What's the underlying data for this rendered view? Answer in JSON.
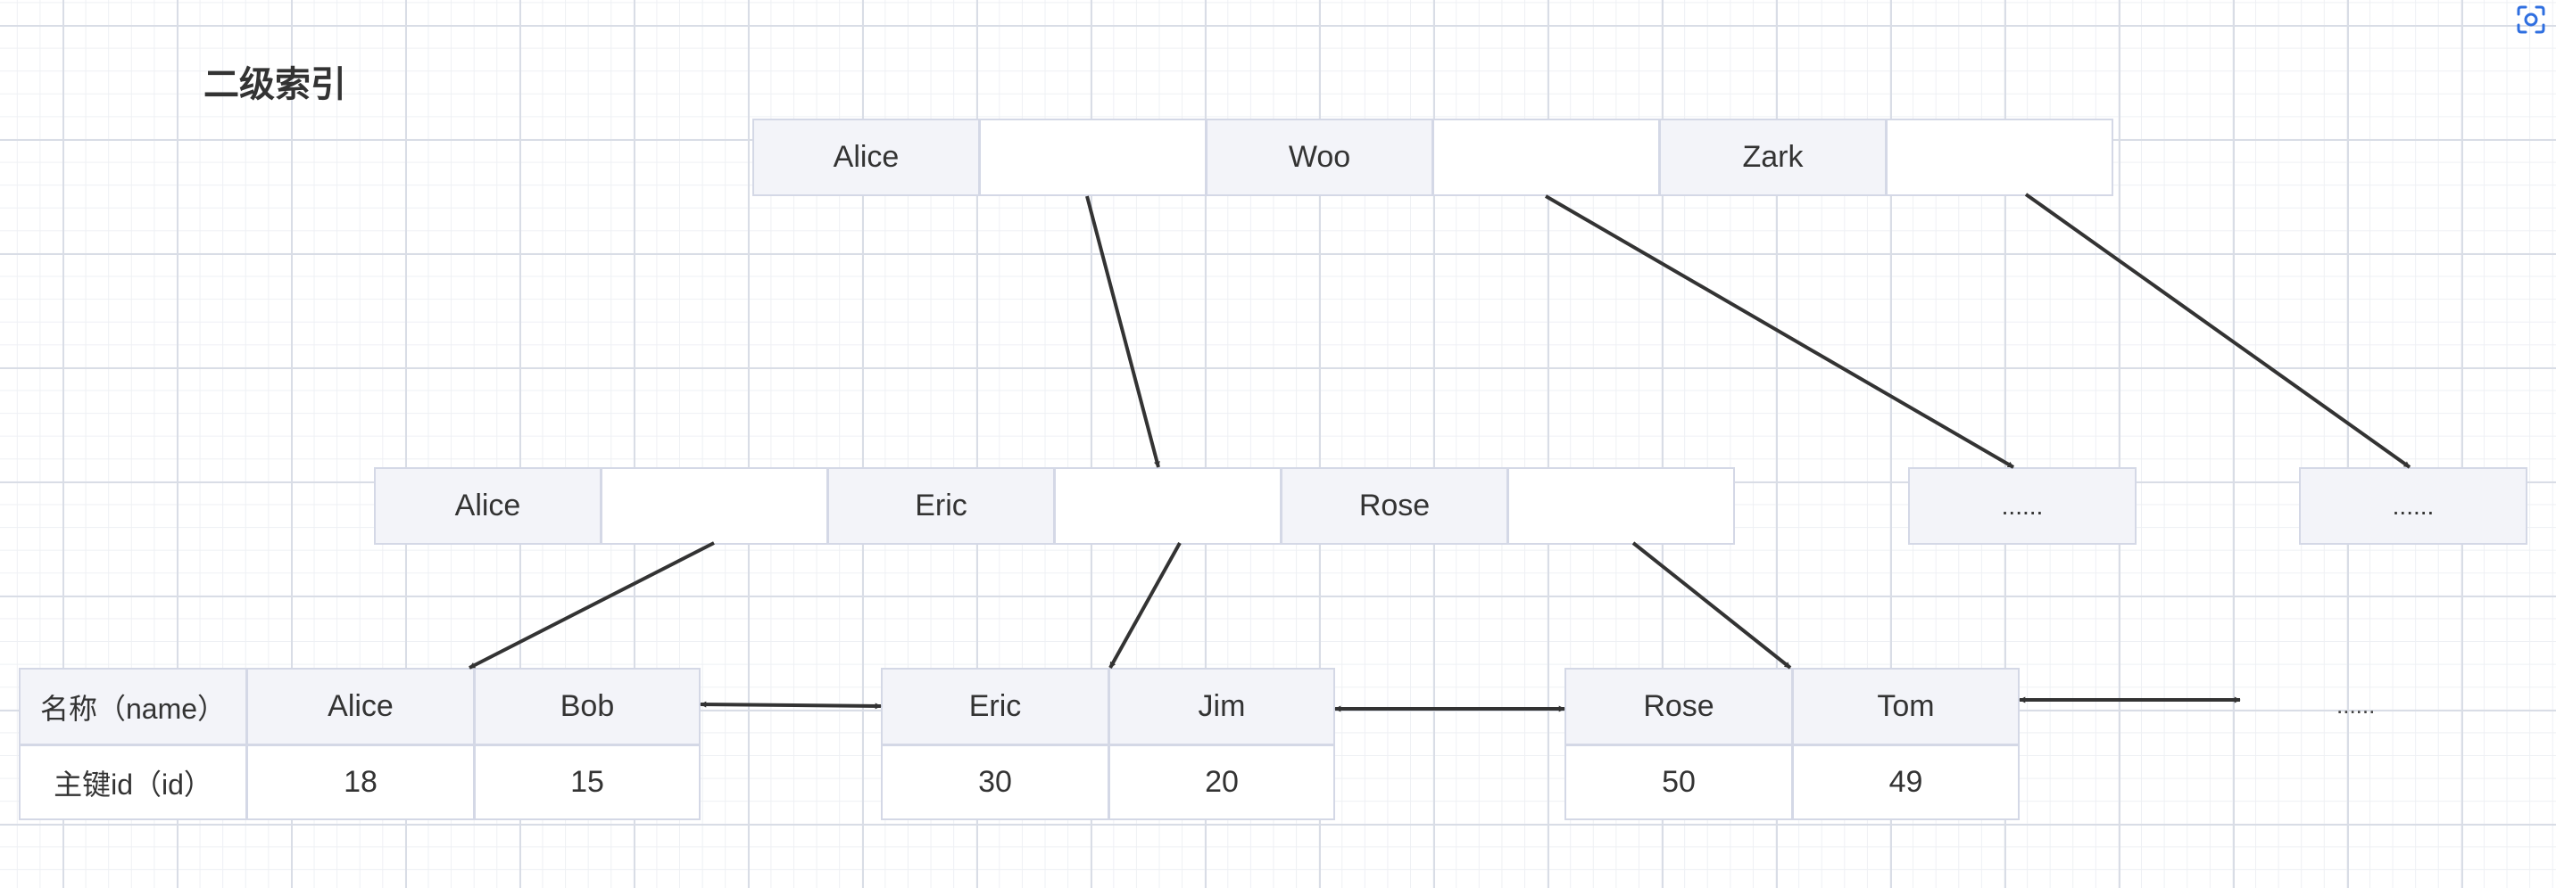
{
  "diagram": {
    "title": "二级索引",
    "root_keys": [
      "Alice",
      "Woo",
      "Zark"
    ],
    "level2_keys": [
      "Alice",
      "Eric",
      "Rose"
    ],
    "level2_placeholders": [
      "......",
      "......"
    ],
    "leaf_row_labels": [
      "名称（name）",
      "主键id（id）"
    ],
    "leaves": [
      {
        "names": [
          "Alice",
          "Bob"
        ],
        "ids": [
          "18",
          "15"
        ]
      },
      {
        "names": [
          "Eric",
          "Jim"
        ],
        "ids": [
          "30",
          "20"
        ]
      },
      {
        "names": [
          "Rose",
          "Tom"
        ],
        "ids": [
          "50",
          "49"
        ]
      }
    ],
    "leaf_placeholder": "......"
  },
  "icons": {
    "corner": "screenshot-scan-icon"
  },
  "colors": {
    "cell_border": "#d4d8e6",
    "cell_fill": "#f3f4f9",
    "arrow": "#333333",
    "icon_accent": "#2f6fe0"
  }
}
